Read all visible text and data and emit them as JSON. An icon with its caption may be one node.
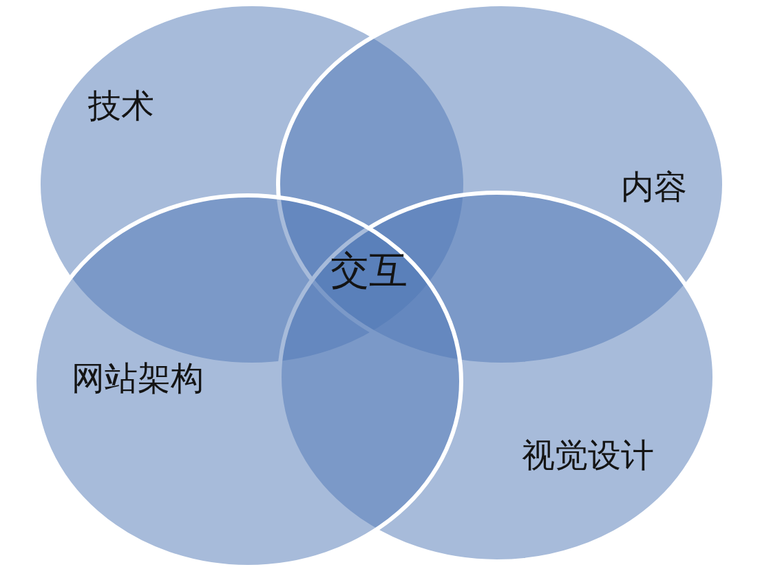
{
  "diagram": {
    "nodes": [
      {
        "text": [
          "技术"
        ]
      },
      {
        "text": [
          "内容"
        ]
      },
      {
        "text": [
          "网站架构"
        ]
      },
      {
        "text": [
          "视觉设计"
        ]
      }
    ],
    "labels": [
      "交互"
    ]
  }
}
